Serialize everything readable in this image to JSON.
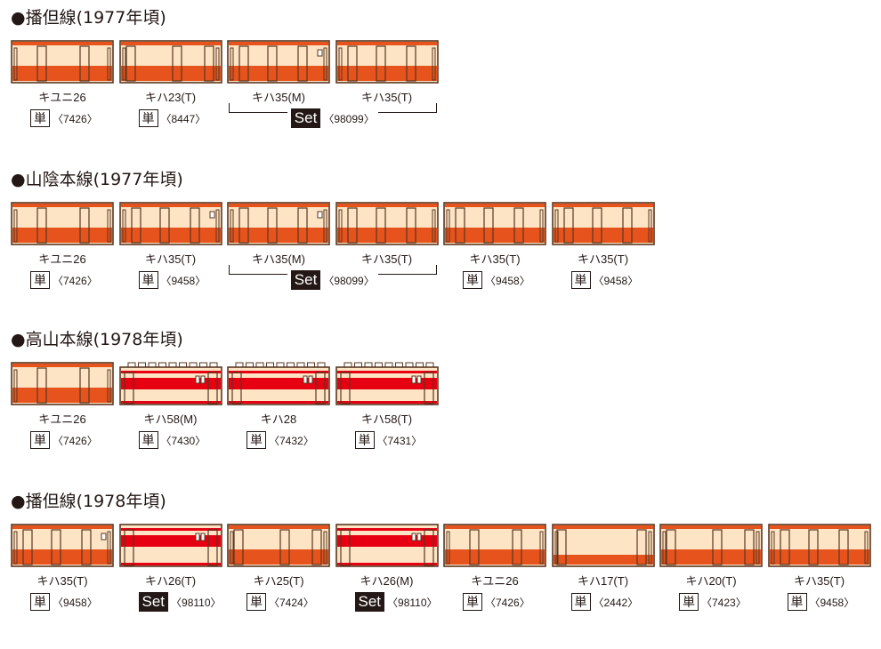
{
  "colors": {
    "cream": "#fce4c4",
    "vermilion": "#e7531c",
    "red": "#e60012",
    "outline": "#5a3722",
    "text": "#231815"
  },
  "sections": [
    {
      "title": "●播但線(1977年頃)",
      "cars": [
        {
          "name": "キユニ26",
          "type": "tan",
          "product": "〈7426〉",
          "livery": "kiyuni"
        },
        {
          "name": "キハ23(T)",
          "type": "tan",
          "product": "〈8447〉",
          "livery": "standard2"
        },
        {
          "name": "キハ35(M)",
          "type": "set",
          "livery": "kiha35cream"
        },
        {
          "name": "キハ35(T)",
          "type": "set",
          "livery": "kiha35"
        }
      ],
      "set": {
        "badge": "Set",
        "product": "〈98099〉"
      }
    },
    {
      "title": "●山陰本線(1977年頃)",
      "cars": [
        {
          "name": "キユニ26",
          "type": "tan",
          "product": "〈7426〉",
          "livery": "kiyuni2"
        },
        {
          "name": "キハ35(T)",
          "type": "tan",
          "product": "〈9458〉",
          "livery": "kiha35cream"
        },
        {
          "name": "キハ35(M)",
          "type": "set",
          "livery": "kiha35cream"
        },
        {
          "name": "キハ35(T)",
          "type": "set",
          "livery": "kiha35"
        },
        {
          "name": "キハ35(T)",
          "type": "tan",
          "product": "〈9458〉",
          "livery": "kiha35"
        },
        {
          "name": "キハ35(T)",
          "type": "tan",
          "product": "〈9458〉",
          "livery": "kiha35"
        }
      ],
      "set": {
        "badge": "Set",
        "product": "〈98099〉"
      }
    },
    {
      "title": "●高山本線(1978年頃)",
      "cars": [
        {
          "name": "キユニ26",
          "type": "tan",
          "product": "〈7426〉",
          "livery": "kiyuni"
        },
        {
          "name": "キハ58(M)",
          "type": "tan",
          "product": "〈7430〉",
          "livery": "express"
        },
        {
          "name": "キハ28",
          "type": "tan",
          "product": "〈7432〉",
          "livery": "express"
        },
        {
          "name": "キハ58(T)",
          "type": "tan",
          "product": "〈7431〉",
          "livery": "express"
        }
      ]
    },
    {
      "title": "●播但線(1978年頃)",
      "cars": [
        {
          "name": "キハ35(T)",
          "type": "tan",
          "product": "〈9458〉",
          "livery": "kiha35cream"
        },
        {
          "name": "キハ26(T)",
          "type": "setsingle",
          "product": "〈98110〉",
          "livery": "express26"
        },
        {
          "name": "キハ25(T)",
          "type": "tan",
          "product": "〈7424〉",
          "livery": "standard"
        },
        {
          "name": "キハ26(M)",
          "type": "setsingle",
          "product": "〈98110〉",
          "livery": "express26"
        },
        {
          "name": "キユニ26",
          "type": "tan",
          "product": "〈7426〉",
          "livery": "kiyuni"
        },
        {
          "name": "キハ17(T)",
          "type": "tan",
          "product": "〈2442〉",
          "livery": "kiha17"
        },
        {
          "name": "キハ20(T)",
          "type": "tan",
          "product": "〈7423〉",
          "livery": "standard2"
        },
        {
          "name": "キハ35(T)",
          "type": "tan",
          "product": "〈9458〉",
          "livery": "kiha35"
        }
      ]
    }
  ],
  "labels": {
    "tan": "単",
    "set": "Set"
  }
}
